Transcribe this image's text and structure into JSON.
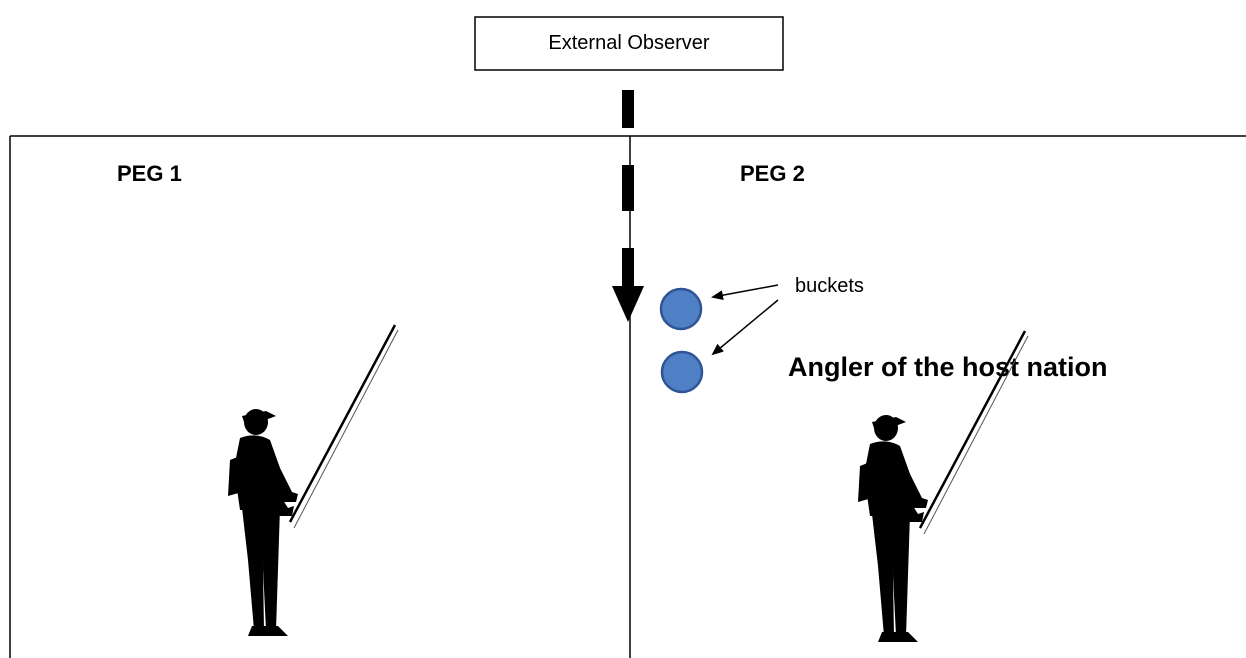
{
  "observer": {
    "label": "External Observer"
  },
  "pegs": [
    {
      "label": "PEG 1"
    },
    {
      "label": "PEG 2"
    }
  ],
  "annotations": {
    "buckets": "buckets",
    "angler": "Angler of the host nation"
  },
  "colors": {
    "line": "#000000",
    "bucket_fill": "#4f7fc4",
    "bucket_stroke": "#2f5597",
    "silhouette": "#000000"
  },
  "icons": [
    "angler-silhouette-icon",
    "bucket-icon",
    "arrow-down-icon"
  ]
}
